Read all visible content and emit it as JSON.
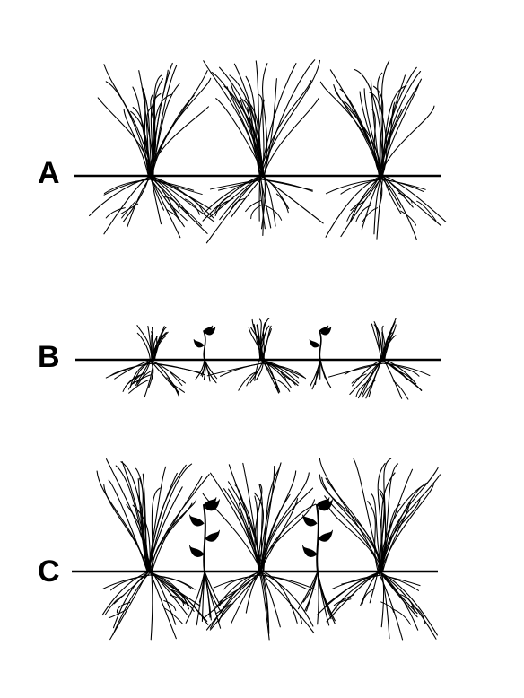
{
  "figure": {
    "panels": [
      {
        "label": "A",
        "grasses": 3,
        "grass_size": "large",
        "seedlings": 0,
        "seedling_size": "none"
      },
      {
        "label": "B",
        "grasses": 3,
        "grass_size": "small",
        "seedlings": 2,
        "seedling_size": "small"
      },
      {
        "label": "C",
        "grasses": 3,
        "grass_size": "large",
        "seedlings": 2,
        "seedling_size": "large"
      }
    ],
    "colors": {
      "ink": "#000000",
      "background": "#ffffff"
    }
  }
}
